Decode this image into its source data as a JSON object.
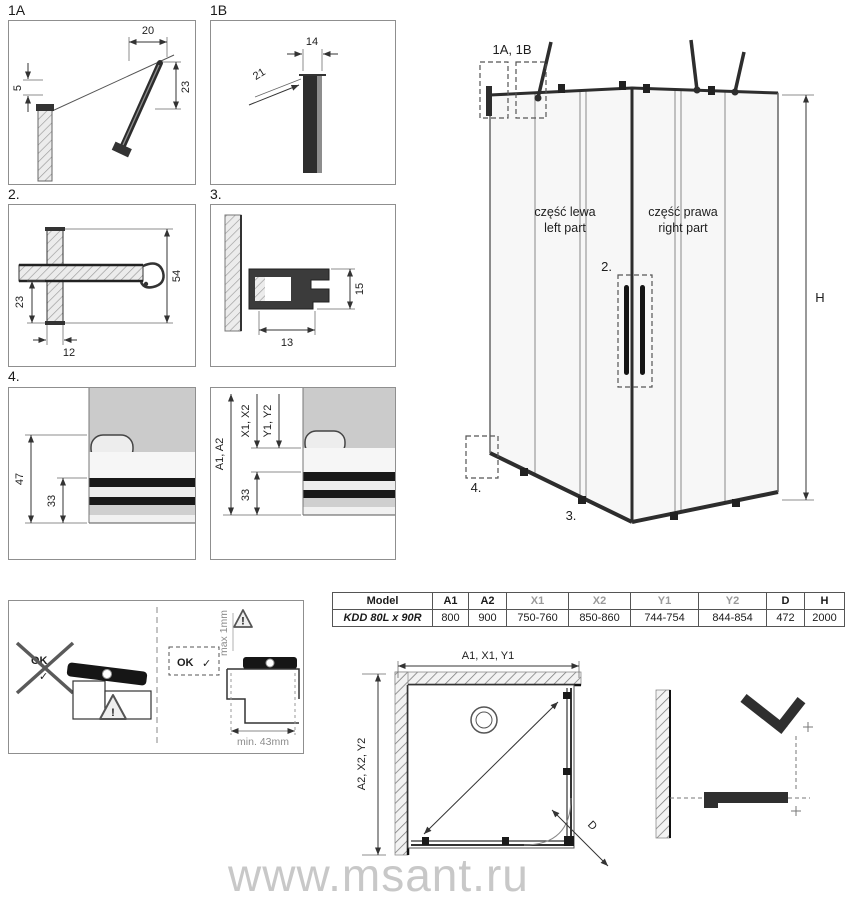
{
  "page": {
    "watermark": "www.msant.ru"
  },
  "panels": {
    "p1a": {
      "label": "1A",
      "d20": "20",
      "d5": "5",
      "d23": "23"
    },
    "p1b": {
      "label": "1B",
      "d14": "14",
      "d21": "21"
    },
    "p2": {
      "label": "2.",
      "d54": "54",
      "d23": "23",
      "d12": "12"
    },
    "p3": {
      "label": "3.",
      "d15": "15",
      "d13": "13"
    },
    "p4": {
      "label": "4.",
      "d47": "47",
      "d33a": "33",
      "a1a2": "A1, A2",
      "x1x2": "X1, X2",
      "y1y2": "Y1, Y2",
      "d33b": "33"
    }
  },
  "iso": {
    "detail_1a1b": "1A, 1B",
    "left_part_pl": "część lewa",
    "left_part_en": "left part",
    "right_part_pl": "część prawa",
    "right_part_en": "right part",
    "detail_2": "2.",
    "detail_3": "3.",
    "detail_4": "4.",
    "height": "H"
  },
  "install": {
    "ok_wrong": "OK",
    "ok_right": "OK",
    "check": "✓",
    "warning": "!",
    "max_gap": "max 1mm",
    "min_depth": "min. 43mm"
  },
  "spec_table": {
    "headers": [
      "Model",
      "A1",
      "A2",
      "X1",
      "X2",
      "Y1",
      "Y2",
      "D",
      "H"
    ],
    "row": [
      "KDD 80L x 90R",
      "800",
      "900",
      "750-760",
      "850-860",
      "744-754",
      "844-854",
      "472",
      "2000"
    ]
  },
  "plan": {
    "top_dim": "A1, X1, Y1",
    "left_dim": "A2, X2, Y2",
    "diag_dim": "D"
  }
}
